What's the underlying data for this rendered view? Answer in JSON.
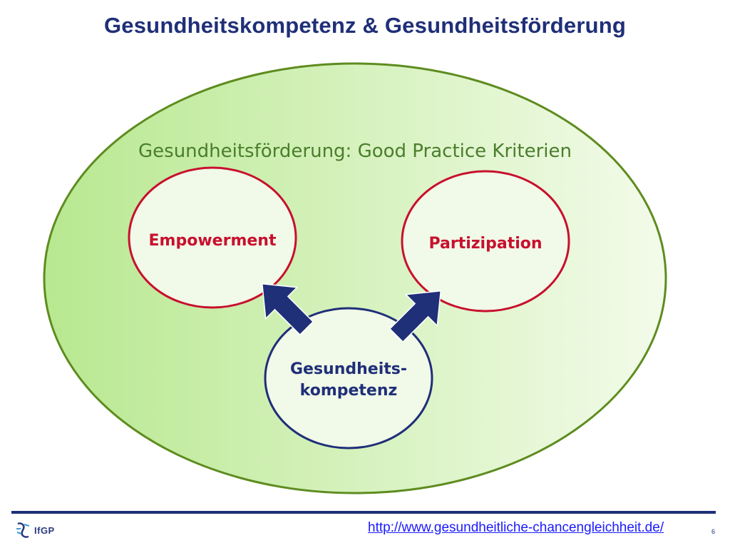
{
  "slide": {
    "title": "Gesundheitskompetenz & Gesundheitsförderung",
    "page_number": "6"
  },
  "diagram": {
    "outer_label": "Gesundheitsförderung: Good Practice Kriterien",
    "nodes": {
      "empowerment": "Empowerment",
      "partizipation": "Partizipation",
      "kompetenz_line1": "Gesundheits-",
      "kompetenz_line2": "kompetenz"
    },
    "colors": {
      "outer_fill_left": "#b8e890",
      "outer_fill_right": "#f3fbea",
      "outer_stroke": "#5e8c1f",
      "inner_fill": "#f1f9e8",
      "red": "#c8102e",
      "navy": "#1f2f78",
      "green_text": "#4a7e2c"
    }
  },
  "footer": {
    "logo_text": "IfGP",
    "url": "http://www.gesundheitliche-chancengleichheit.de/"
  }
}
